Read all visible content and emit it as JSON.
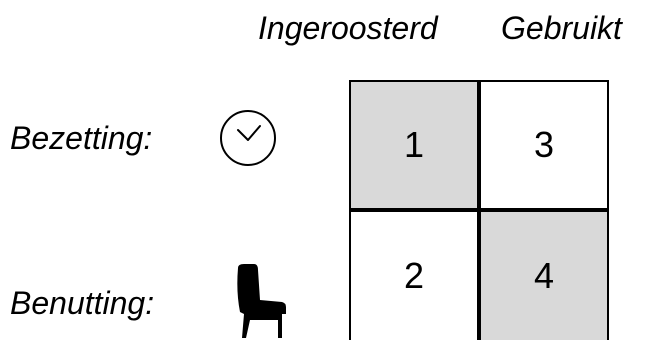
{
  "columns": {
    "scheduled": "Ingeroosterd",
    "used": "Gebruikt"
  },
  "rows": {
    "occupancy": "Bezetting:",
    "utilization": "Benutting:"
  },
  "icons": {
    "occupancy": "clock-icon",
    "utilization": "chair-icon"
  },
  "cells": [
    {
      "id": "1",
      "fill": "#d9d9d9"
    },
    {
      "id": "3",
      "fill": "#ffffff"
    },
    {
      "id": "2",
      "fill": "#ffffff"
    },
    {
      "id": "4",
      "fill": "#d9d9d9"
    }
  ],
  "colors": {
    "shaded": "#d9d9d9",
    "plain": "#ffffff",
    "line": "#000000"
  }
}
